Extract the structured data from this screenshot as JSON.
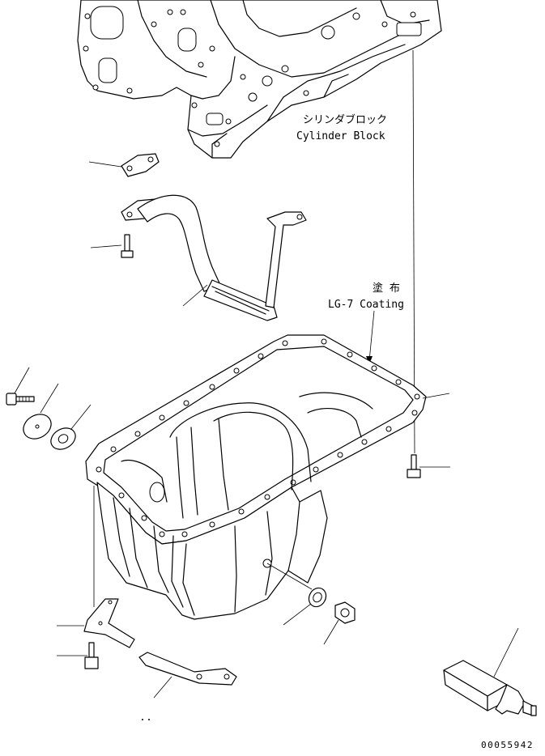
{
  "labels": {
    "cylinder_block_jp": "シリンダブロック",
    "cylinder_block_en": "Cylinder Block",
    "coating_jp": "塗 布",
    "coating_en": "LG-7 Coating",
    "drawing_number": "00055942"
  }
}
